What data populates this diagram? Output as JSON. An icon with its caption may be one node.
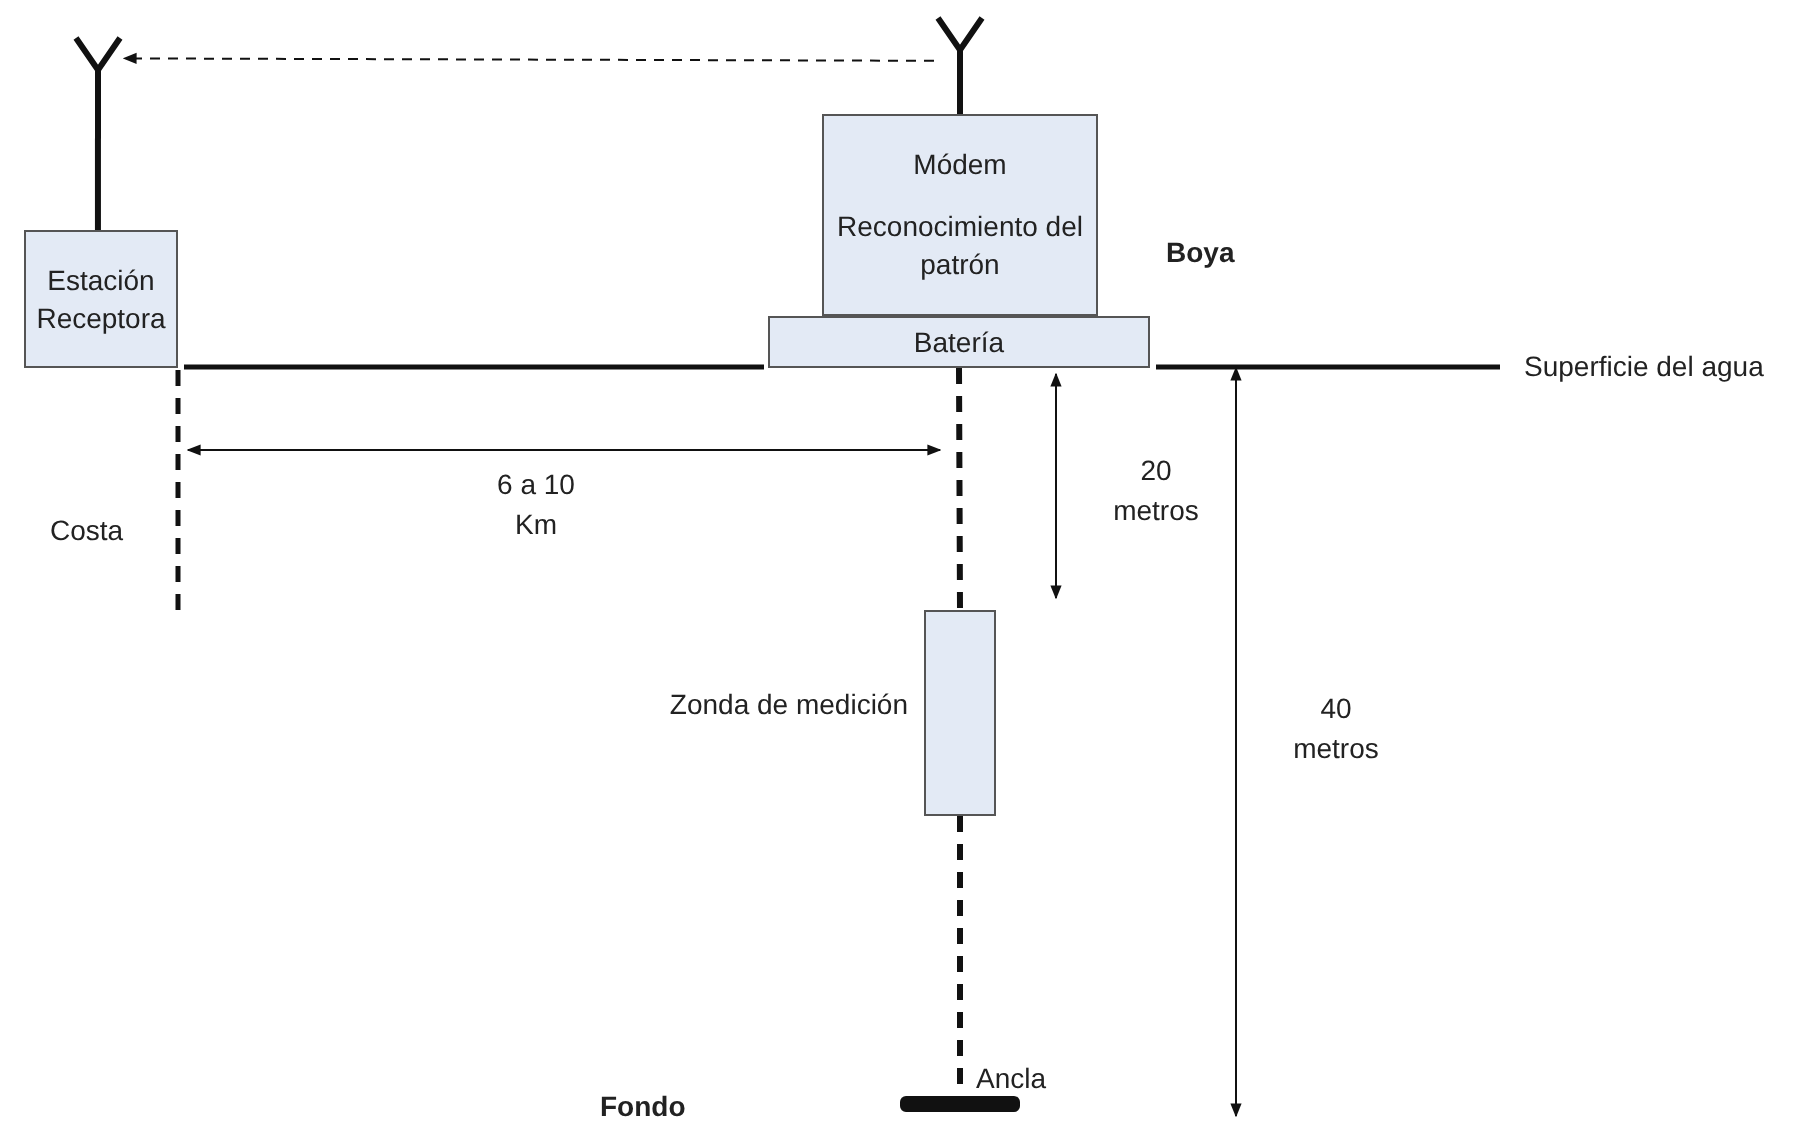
{
  "diagram": {
    "nodes": [
      {
        "text": [],
        "shape": "antenna"
      },
      {
        "text": [],
        "shape": "antenna"
      },
      {
        "text": [
          "Estación Receptora"
        ]
      },
      {
        "text": [
          "Módem",
          "Reconocimiento del patrón"
        ]
      },
      {
        "text": [
          "Batería"
        ]
      },
      {
        "text": [],
        "shape": "box",
        "beside": [
          "Zonda de medición"
        ]
      },
      {
        "text": [],
        "shape": "bar",
        "beside": [
          "Ancla"
        ]
      }
    ],
    "edges": [
      {
        "from": 1,
        "to": 0,
        "arrow": "to",
        "style": "dashed"
      },
      {
        "from": 0,
        "to": 2,
        "arrow": "none"
      },
      {
        "from": 1,
        "to": 3,
        "arrow": "none"
      },
      {
        "from": 4,
        "to": 5,
        "arrow": "none",
        "style": "dashed"
      },
      {
        "from": 5,
        "to": 6,
        "arrow": "none",
        "style": "dashed"
      }
    ],
    "labels": [
      "Boya",
      "Superficie del agua",
      "Costa",
      "6 a 10 Km",
      "20 metros",
      "40 metros",
      "Fondo"
    ]
  }
}
